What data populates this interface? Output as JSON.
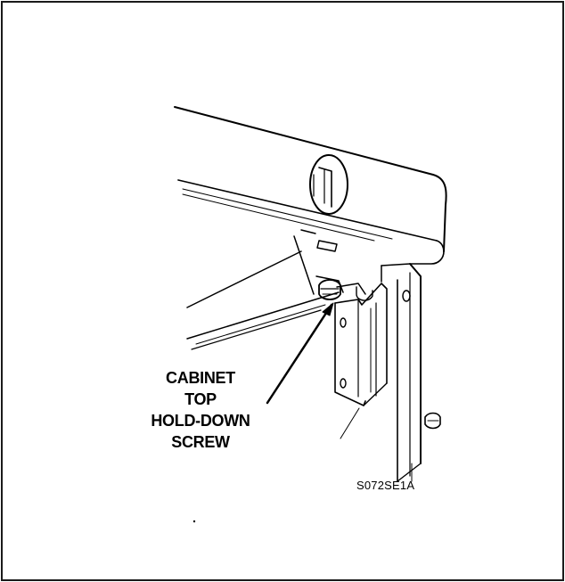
{
  "diagram": {
    "callout_lines": [
      "CABINET",
      "TOP",
      "HOLD-DOWN",
      "SCREW"
    ],
    "figure_code": "S072SE1A"
  },
  "colors": {
    "ink": "#000000",
    "paper": "#ffffff",
    "frame": "#1a1a1a"
  }
}
